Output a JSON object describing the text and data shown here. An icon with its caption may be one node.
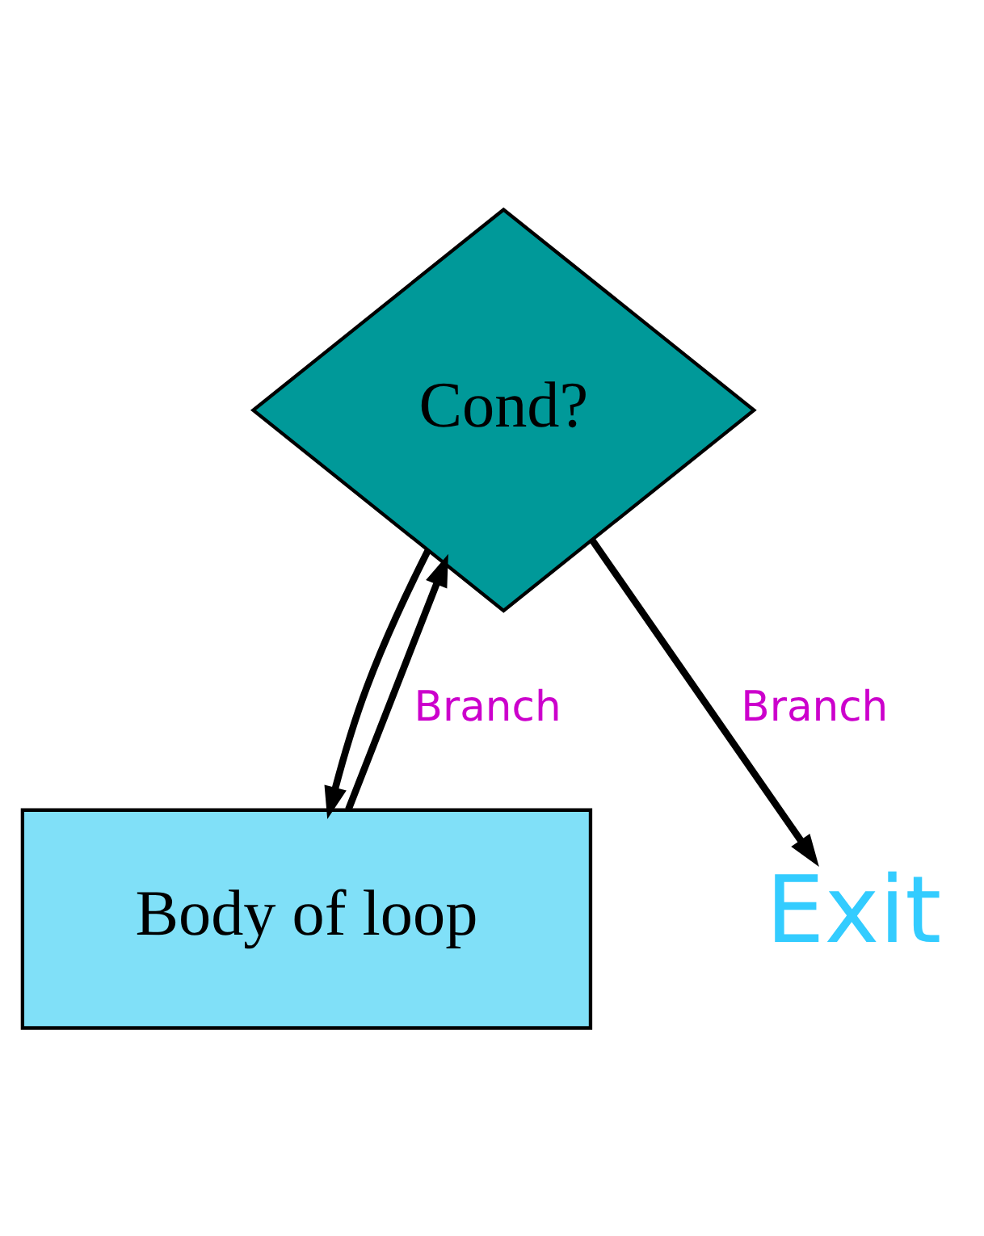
{
  "diagram": {
    "nodes": [
      {
        "text": [
          "Cond?"
        ]
      },
      {
        "text": [
          "Body of loop"
        ]
      },
      {
        "text": [
          "Exit"
        ]
      }
    ],
    "edges": [
      {
        "from": 0,
        "to": 2,
        "arrow": "to",
        "label": "Branch"
      },
      {
        "from": 0,
        "to": 1,
        "arrow": "to"
      },
      {
        "from": 1,
        "to": 0,
        "arrow": "to",
        "label": "Branch"
      }
    ]
  }
}
